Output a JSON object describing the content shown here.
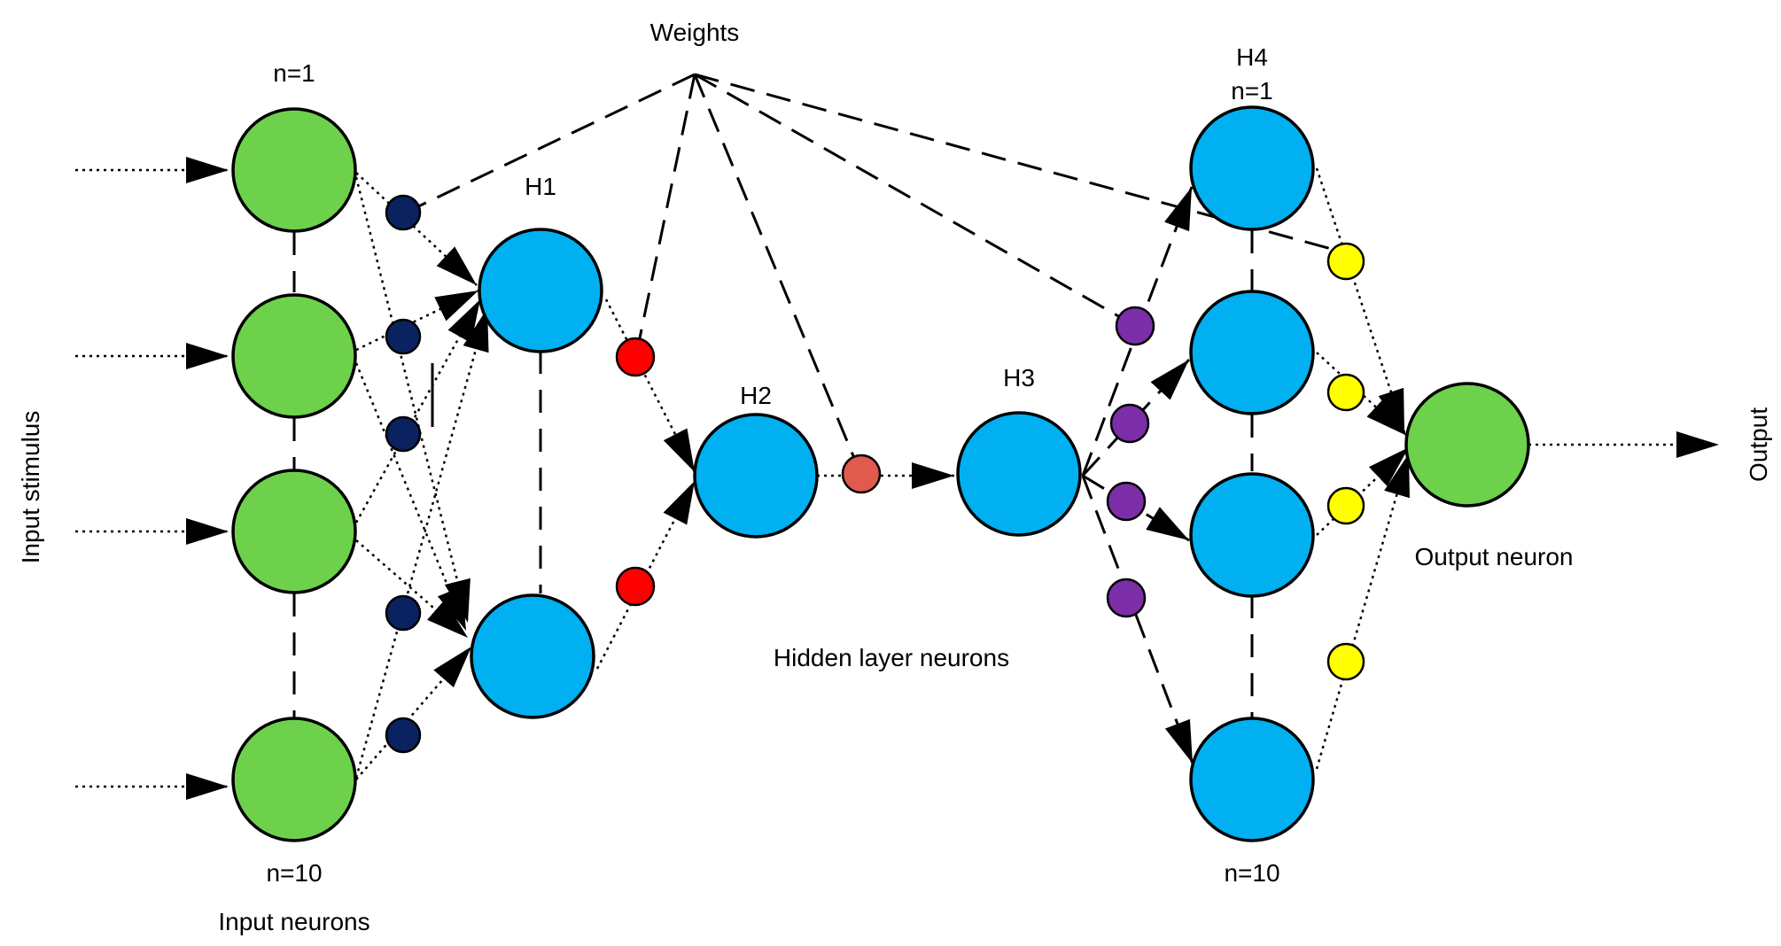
{
  "labels": {
    "weights": "Weights",
    "input_n1": "n=1",
    "input_n10": "n=10",
    "input_neurons": "Input neurons",
    "input_stimulus": "Input stimulus",
    "h1": "H1",
    "h2": "H2",
    "h3": "H3",
    "h4": "H4",
    "h4_n1": "n=1",
    "h4_n10": "n=10",
    "hidden_layer_neurons": "Hidden layer neurons",
    "output_neuron": "Output neuron",
    "output": "Output",
    "stray_mark": "I"
  },
  "colors": {
    "input_neuron": "#6dd14c",
    "hidden_neuron": "#00b0f0",
    "output_neuron": "#6dd14c",
    "weight_navy": "#0b2260",
    "weight_red": "#ff0000",
    "weight_salmon": "#e05a4e",
    "weight_purple": "#7b2ea8",
    "weight_yellow": "#ffff00"
  }
}
